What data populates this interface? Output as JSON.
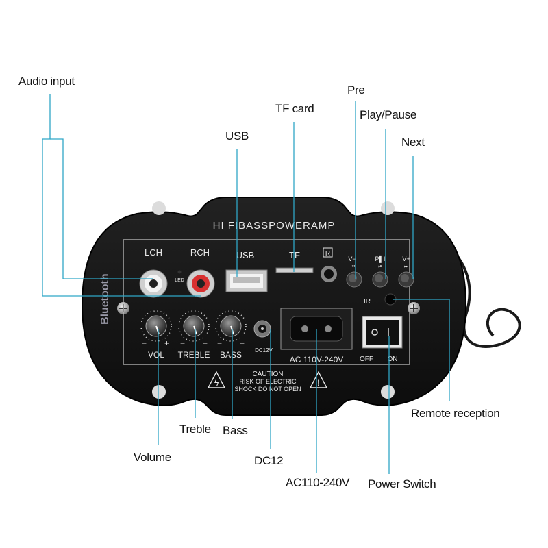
{
  "colors": {
    "leader_line": "#2fa6c6",
    "panel": "#121212",
    "panel_text": "#e8e8e8",
    "background": "#ffffff"
  },
  "callouts": {
    "audio_input": "Audio input",
    "usb": "USB",
    "tf_card": "TF card",
    "pre": "Pre",
    "play_pause": "Play/Pause",
    "next": "Next",
    "remote_reception": "Remote reception",
    "treble": "Treble",
    "bass": "Bass",
    "volume": "Volume",
    "dc12": "DC12",
    "ac": "AC110-240V",
    "power_switch": "Power Switch"
  },
  "panel": {
    "brand": "HI FIBASSPOWERAMP",
    "side_text": "Bluetooth",
    "lch": "LCH",
    "rch": "RCH",
    "led": "LED",
    "usb": "USB",
    "tf": "TF",
    "v_minus": "V−",
    "play": "P▌I",
    "v_plus": "V+",
    "ir": "IR",
    "vol": "VOL",
    "treble": "TREBLE",
    "bass": "BASS",
    "dc12v": "DC12V",
    "ac_label": "AC 110V-240V",
    "off": "OFF",
    "on": "ON",
    "caution_title": "CAUTION",
    "caution_line1": "RISK OF ELECTRIC",
    "caution_line2": "SHOCK DO NOT OPEN",
    "minus": "−",
    "plus": "+"
  },
  "icons": [
    "warning-triangle-icon",
    "registered-mark-icon",
    "skip-back-icon",
    "play-pause-icon",
    "skip-forward-icon"
  ]
}
